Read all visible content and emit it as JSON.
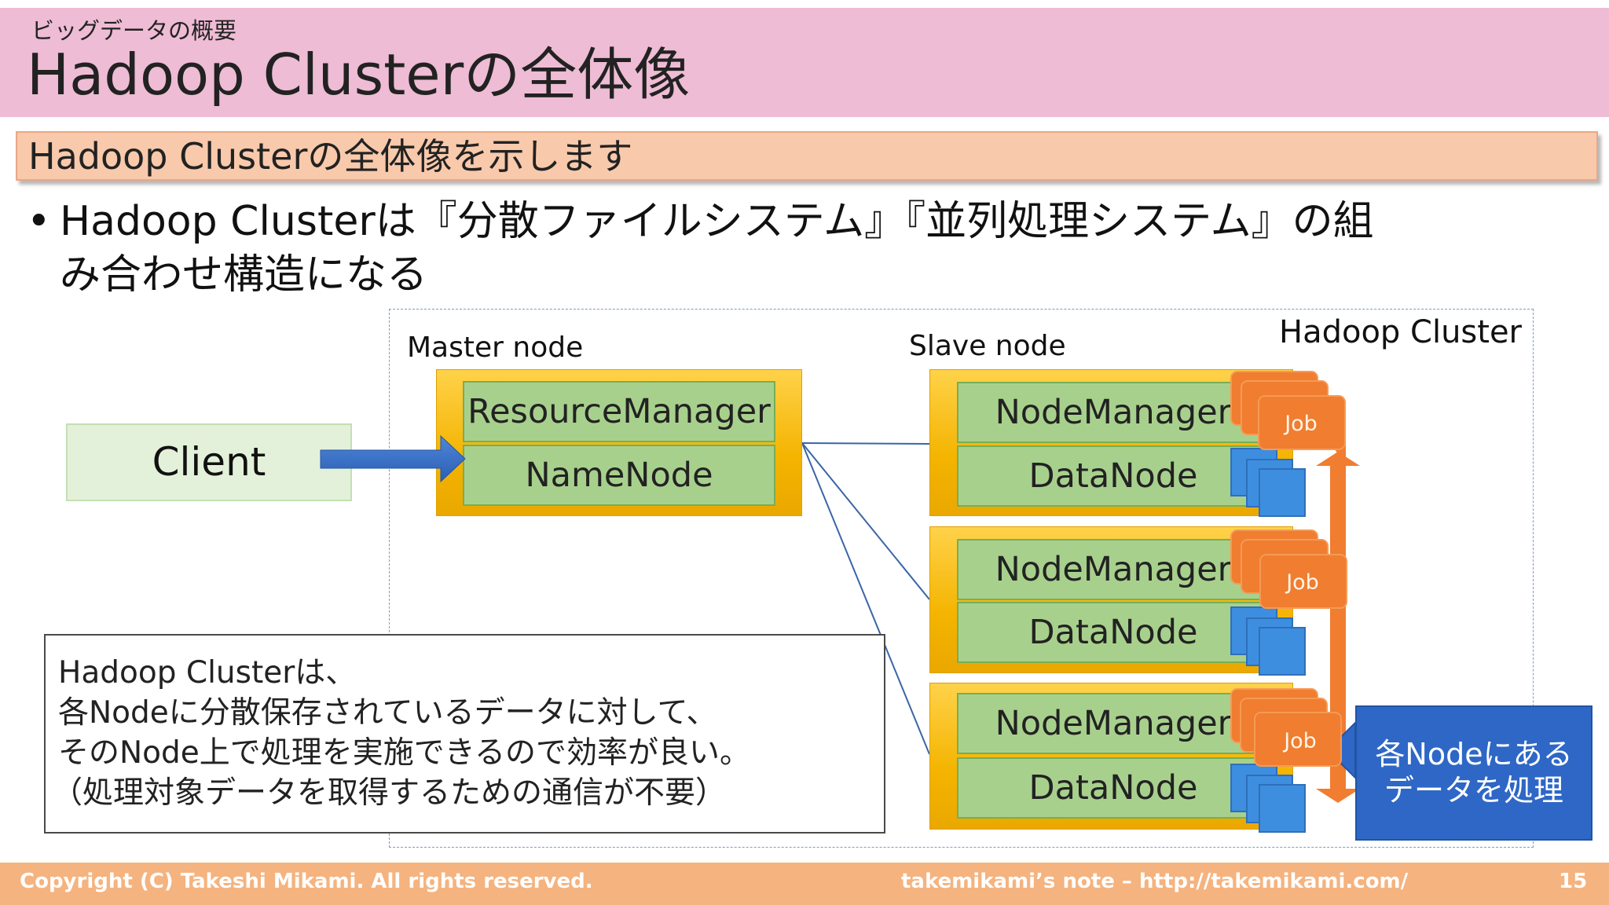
{
  "header": {
    "subtitle": "ビッグデータの概要",
    "title": "Hadoop Clusterの全体像"
  },
  "banner": {
    "text": "Hadoop Clusterの全体像を示します"
  },
  "bullet": {
    "symbol": "•",
    "line1": "Hadoop Clusterは『分散ファイルシステム』『並列処理システム』の組",
    "line2": "み合わせ構造になる"
  },
  "diagram": {
    "cluster_label": "Hadoop Cluster",
    "master_label": "Master node",
    "slave_label": "Slave node",
    "client": "Client",
    "master": {
      "resource_manager": "ResourceManager",
      "name_node": "NameNode"
    },
    "slaves": [
      {
        "node_manager": "NodeManager",
        "data_node": "DataNode",
        "job": "Job"
      },
      {
        "node_manager": "NodeManager",
        "data_node": "DataNode",
        "job": "Job"
      },
      {
        "node_manager": "NodeManager",
        "data_node": "DataNode",
        "job": "Job"
      }
    ]
  },
  "note": {
    "lines": [
      "Hadoop Clusterは、",
      "各Nodeに分散保存されているデータに対して、",
      "そのNode上で処理を実施できるので効率が良い。",
      "（処理対象データを取得するための通信が不要）"
    ]
  },
  "callout": {
    "lines": [
      "各Nodeにある",
      "データを処理"
    ]
  },
  "footer": {
    "copyright": "Copyright (C) Takeshi Mikami. All rights reserved.",
    "site": "takemikami’s note – http://takemikami.com/",
    "page": "15"
  },
  "colors": {
    "title_bar": "#eebcd4",
    "banner": "#f8c9ab",
    "gold": "#f4b400",
    "green": "#a8d08d",
    "orange": "#f07d30",
    "blue": "#2e67c6",
    "footer": "#f5b37f"
  }
}
